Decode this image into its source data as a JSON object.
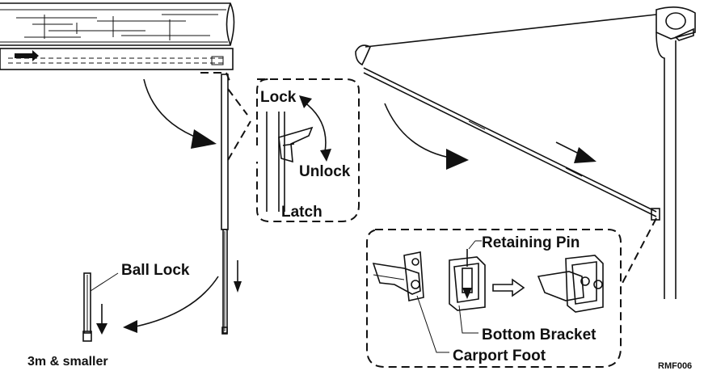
{
  "labels": {
    "lock": "Lock",
    "unlock": "Unlock",
    "latch": "Latch",
    "ball_lock": "Ball Lock",
    "size_note": "3m & smaller",
    "retaining_pin": "Retaining Pin",
    "bottom_bracket": "Bottom Bracket",
    "carport_foot": "Carport Foot",
    "figure_code": "RMF006"
  },
  "colors": {
    "ink": "#111111",
    "paper": "#ffffff"
  }
}
